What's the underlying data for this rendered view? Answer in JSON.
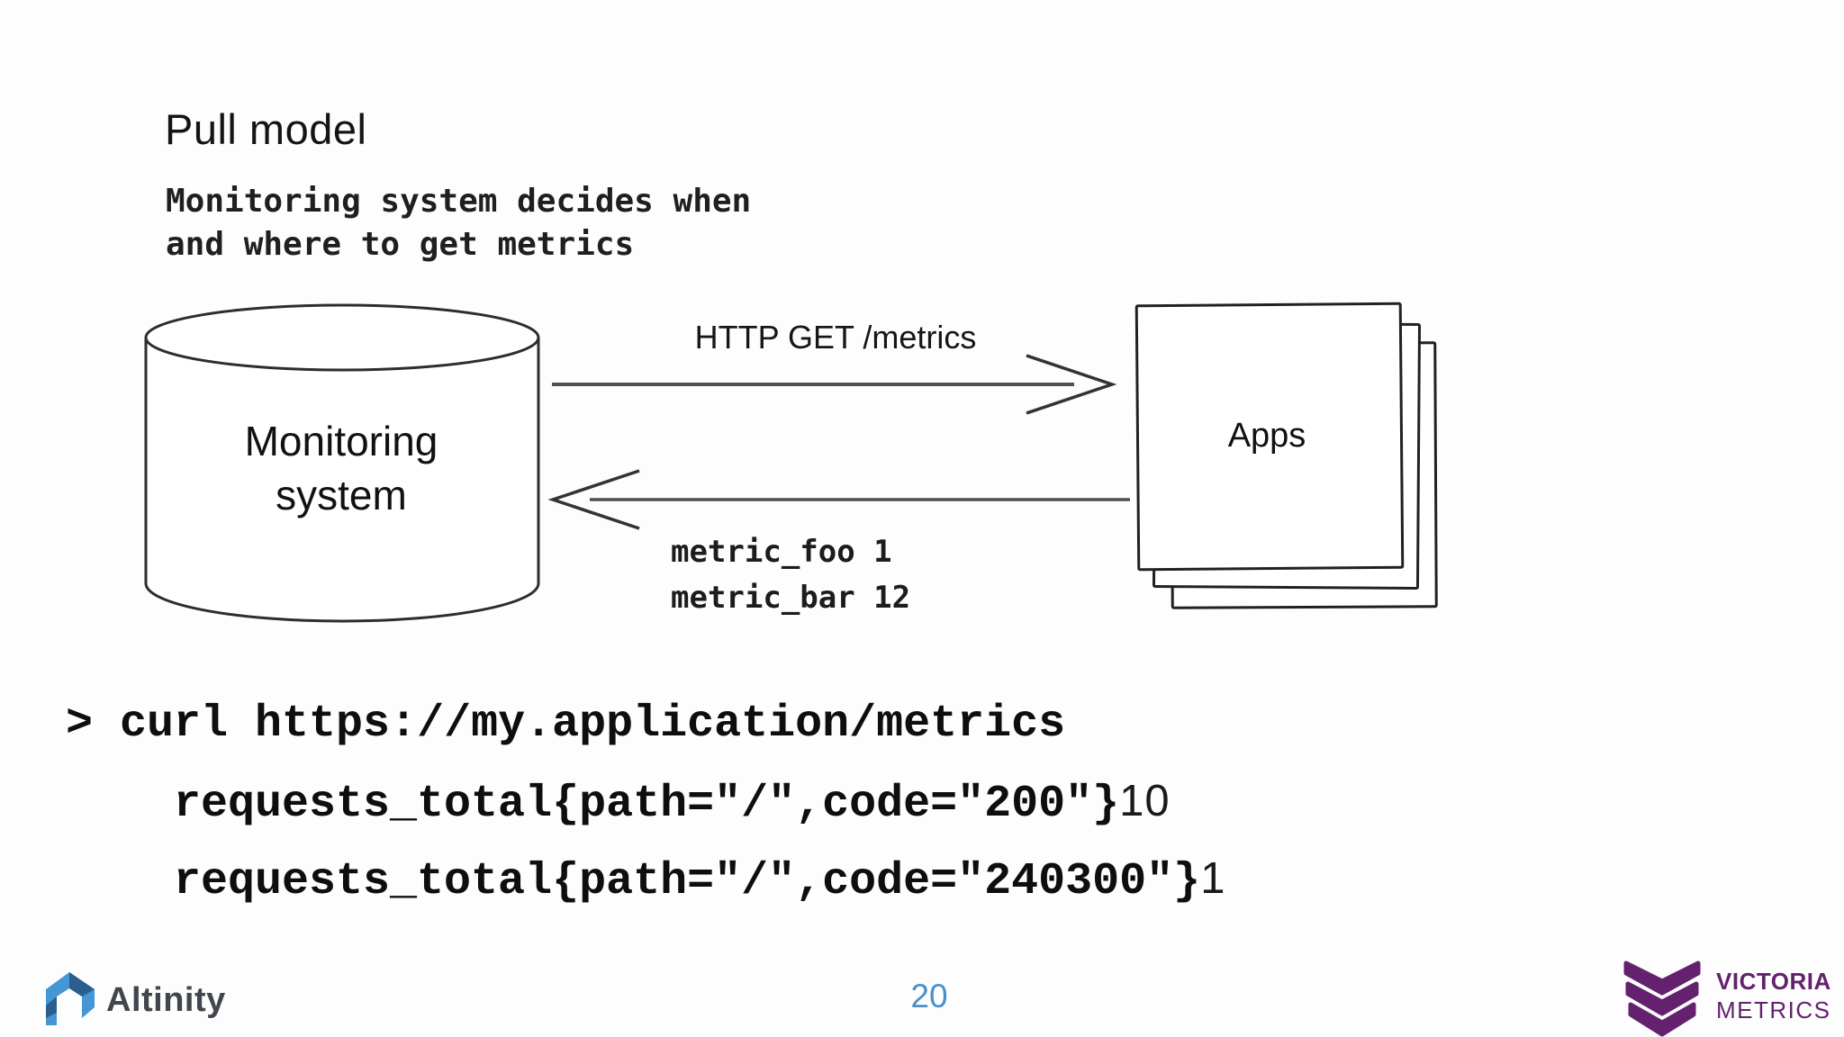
{
  "slide": {
    "title": "Pull model",
    "subtitle_line1": "Monitoring system decides when",
    "subtitle_line2": "and where to get metrics"
  },
  "diagram": {
    "monitoring_label_line1": "Monitoring",
    "monitoring_label_line2": "system",
    "request_arrow_label": "HTTP GET /metrics",
    "response_line1": "metric_foo 1",
    "response_line2": "metric_bar 12",
    "apps_label": "Apps"
  },
  "code": {
    "line1": "> curl https://my.application/metrics",
    "line2_main": "requests_total{path=\"/\",code=\"200\"}",
    "line2_value": "10",
    "line3_main": "requests_total{path=\"/\",code=\"240300\"}",
    "line3_value": "1"
  },
  "footer": {
    "left_logo_text": "Altinity",
    "page_number": "20",
    "right_logo_line1": "VICTORIA",
    "right_logo_line2": "METRICS"
  },
  "colors": {
    "slide_background": "#fdfdfd",
    "text_dark": "#1b1b1b",
    "arrow_gray": "#4f4f4f",
    "page_number_blue": "#4a90c8",
    "altinity_blue": "#4596d4",
    "altinity_blue_dark": "#2b5d8f",
    "altinity_text_gray": "#40464c",
    "victoriametrics_purple": "#63216e"
  }
}
